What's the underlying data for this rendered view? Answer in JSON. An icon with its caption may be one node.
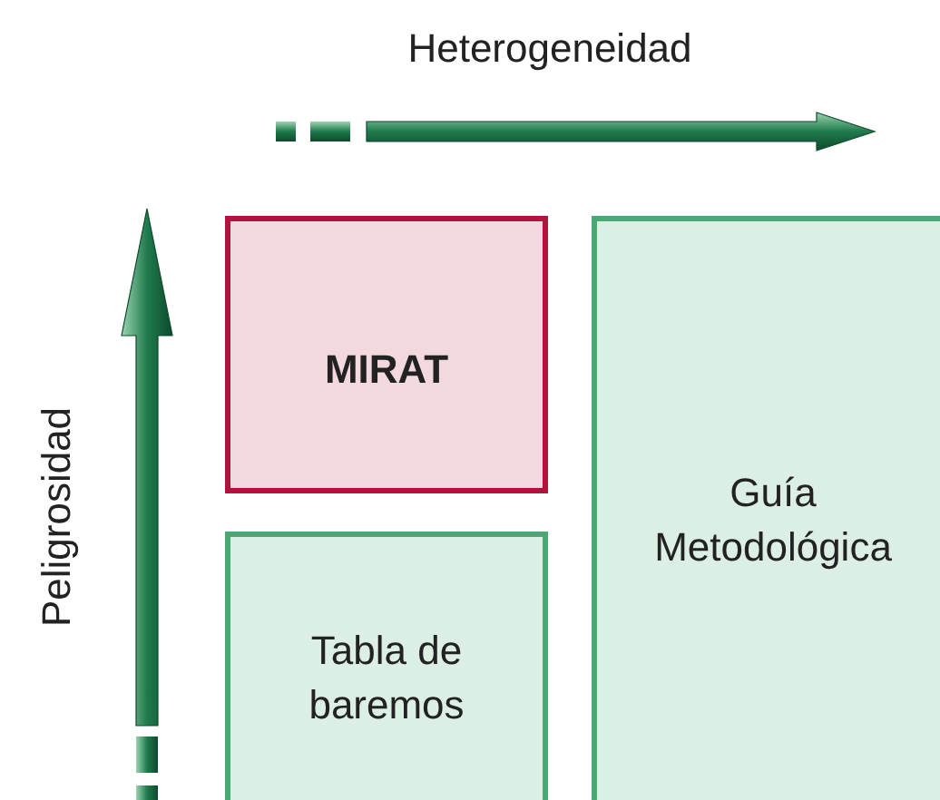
{
  "diagram": {
    "nodes": [
      {
        "text": [
          "MIRAT"
        ]
      },
      {
        "text": [
          "Guía Metodológica"
        ]
      },
      {
        "text": [
          "Tabla de baremos"
        ]
      }
    ],
    "labels": [
      "Heterogeneidad",
      "Peligrosidad"
    ]
  }
}
